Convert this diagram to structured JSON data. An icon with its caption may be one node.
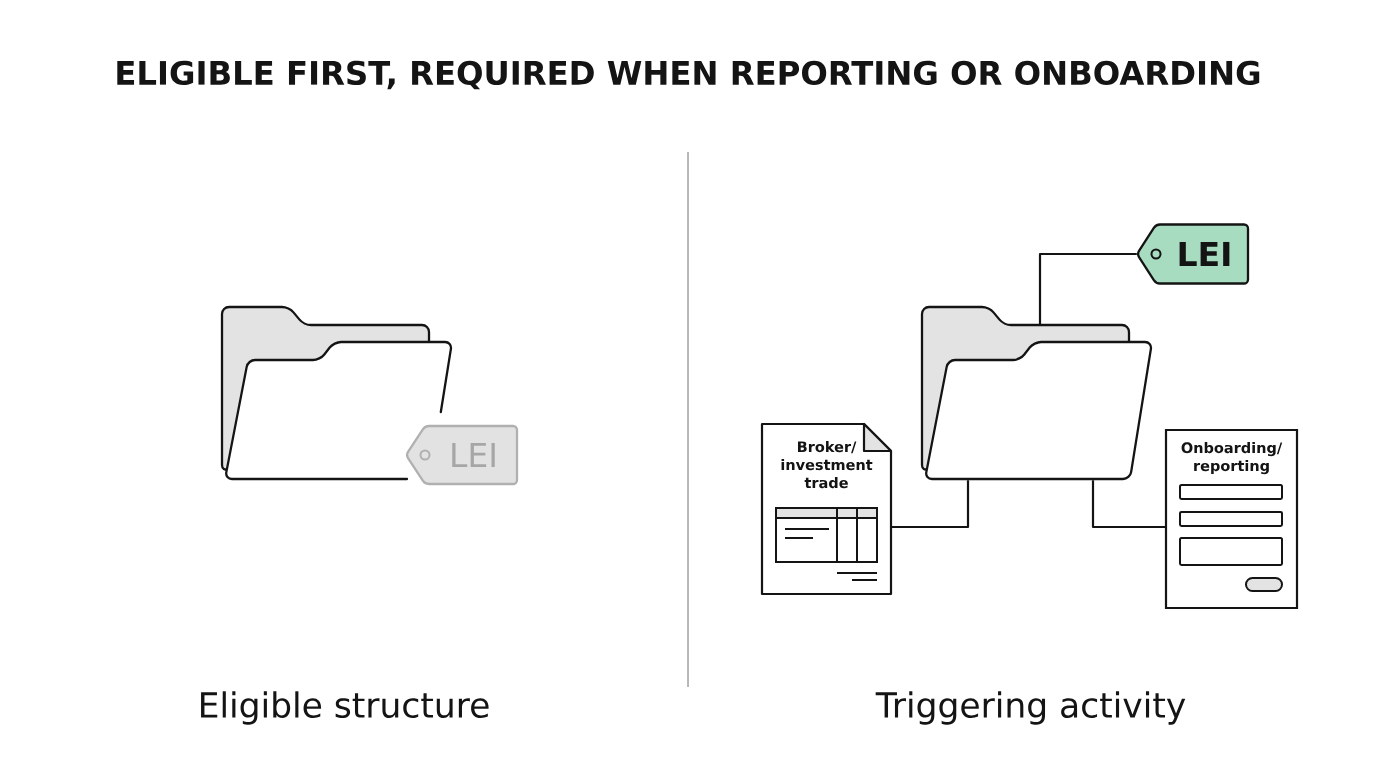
{
  "diagram": {
    "title": "ELIGIBLE FIRST, REQUIRED WHEN REPORTING OR ONBOARDING",
    "nodes": [
      {
        "text": [],
        "shape": "folder"
      },
      {
        "text": [
          "LEI"
        ]
      },
      {
        "text": [
          "LEI"
        ]
      },
      {
        "text": [],
        "shape": "folder"
      },
      {
        "text": [
          "Broker/ investment trade"
        ]
      },
      {
        "text": [
          "Onboarding/ reporting"
        ]
      }
    ],
    "edges": [
      {
        "from": 3,
        "to": 2,
        "arrow": "none"
      },
      {
        "from": 3,
        "to": 4,
        "arrow": "none"
      },
      {
        "from": 3,
        "to": 5,
        "arrow": "none"
      }
    ],
    "labels": [
      "Eligible structure",
      "Triggering activity"
    ]
  }
}
